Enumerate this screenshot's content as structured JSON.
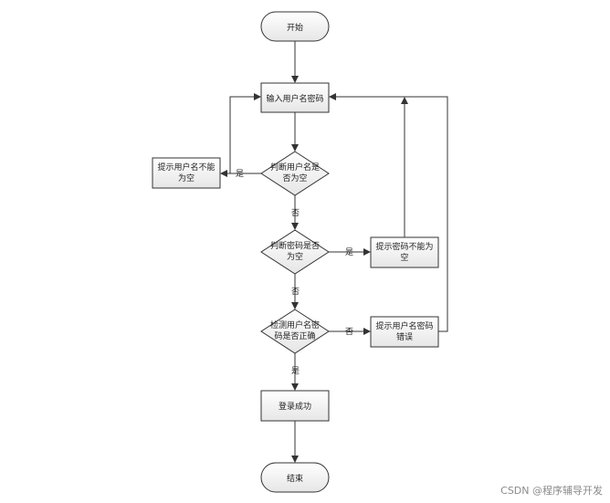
{
  "nodes": {
    "start": "开始",
    "input": "输入用户名密码",
    "check_user_l1": "判断用户名是",
    "check_user_l2": "否为空",
    "tip_user_l1": "提示用户名不能",
    "tip_user_l2": "为空",
    "check_pwd_l1": "判断密码是否",
    "check_pwd_l2": "为空",
    "tip_pwd_l1": "提示密码不能为",
    "tip_pwd_l2": "空",
    "verify_l1": "检测用户名密",
    "verify_l2": "码是否正确",
    "tip_err_l1": "提示用户名密码",
    "tip_err_l2": "错误",
    "success": "登录成功",
    "end": "结束"
  },
  "edges": {
    "yes1": "是",
    "no1": "否",
    "yes2": "是",
    "no2": "否",
    "no3": "否",
    "yes3": "是"
  },
  "watermark": "CSDN @程序辅导开发"
}
